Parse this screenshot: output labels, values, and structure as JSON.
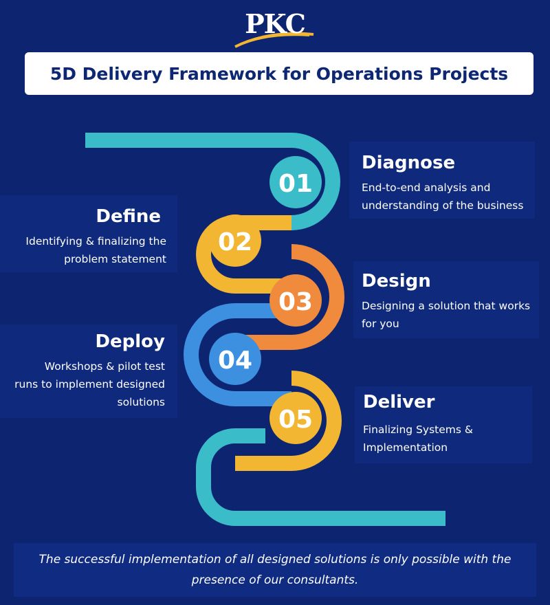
{
  "logo": {
    "text": "PKC"
  },
  "title": "5D Delivery Framework for Operations Projects",
  "steps": [
    {
      "number": "01",
      "title": "Diagnose",
      "lines": [
        "End-to-end analysis and",
        "understanding of the business"
      ],
      "color": "#3bbdc9"
    },
    {
      "number": "02",
      "title": "Define",
      "lines": [
        "Identifying & finalizing the",
        "problem statement"
      ],
      "color": "#f2b632"
    },
    {
      "number": "03",
      "title": "Design",
      "lines": [
        "Designing a solution that works",
        "for you"
      ],
      "color": "#f08a3c"
    },
    {
      "number": "04",
      "title": "Deploy",
      "lines": [
        "Workshops & pilot test",
        "runs to implement designed",
        "solutions"
      ],
      "color": "#3d8fe0"
    },
    {
      "number": "05",
      "title": "Deliver",
      "lines": [
        "Finalizing Systems &",
        "Implementation"
      ],
      "color": "#f2b632"
    }
  ],
  "footer": {
    "lines": [
      "The successful implementation of all designed solutions is only possible with the",
      "presence of our consultants."
    ]
  },
  "colors": {
    "background": "#0d2470",
    "accent_gold": "#f2b632",
    "title_text": "#0e2773"
  }
}
